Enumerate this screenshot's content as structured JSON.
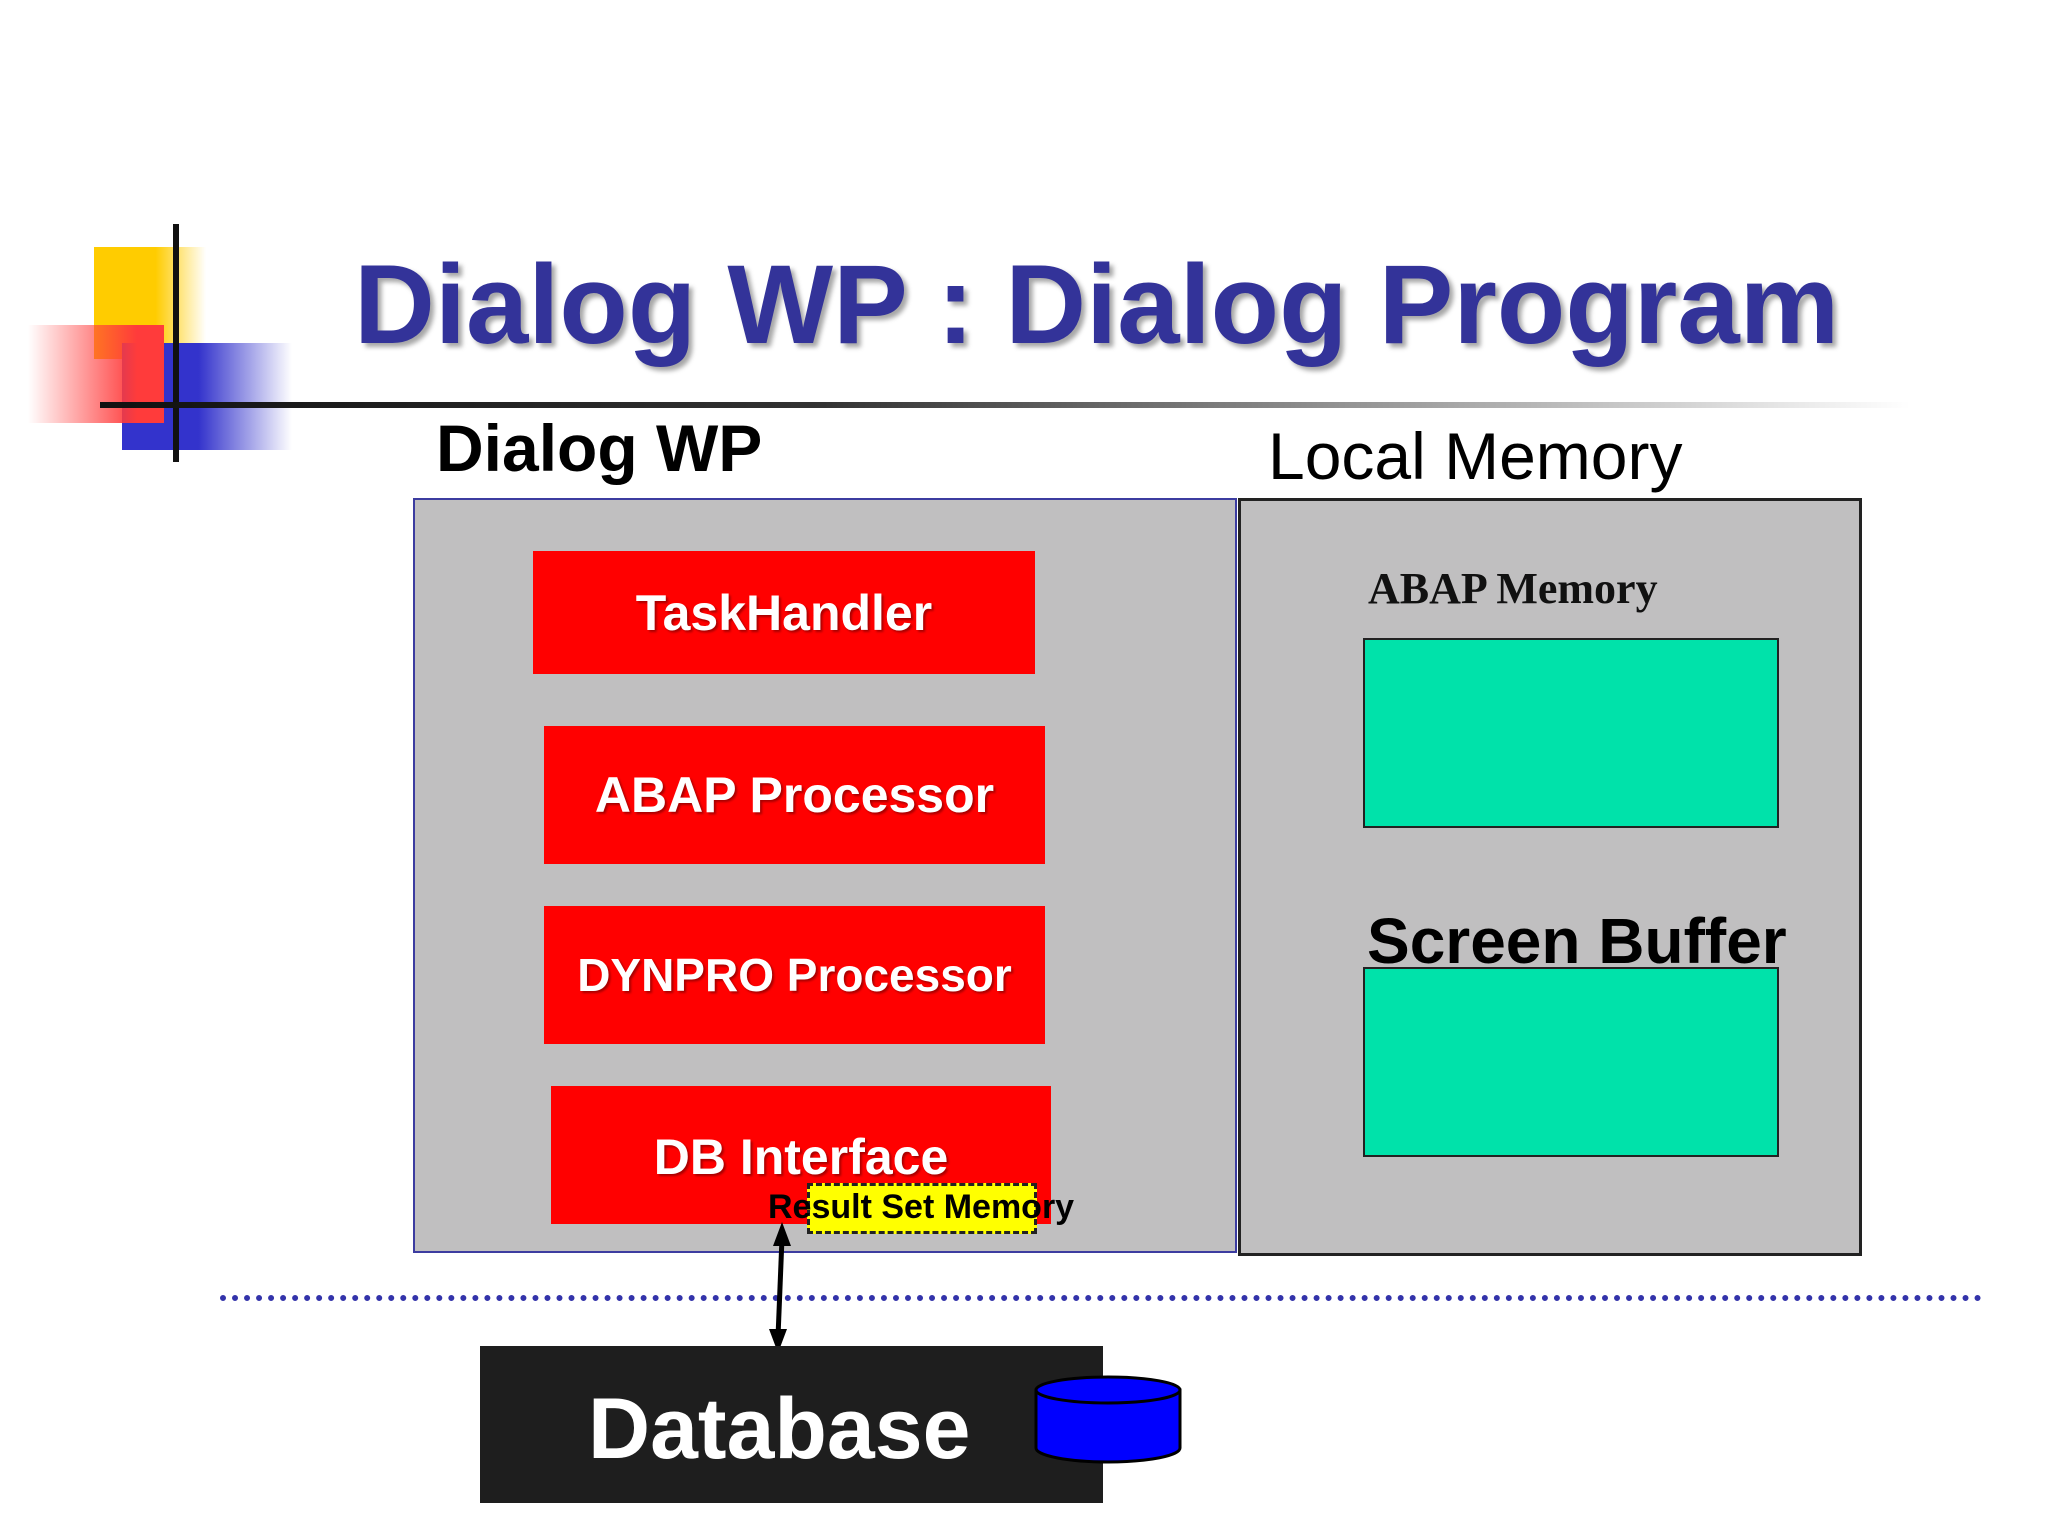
{
  "title": "Dialog WP : Dialog Program",
  "headings": {
    "dialog_wp": "Dialog WP",
    "local_memory": "Local Memory"
  },
  "dialog_wp_components": {
    "taskhandler": "TaskHandler",
    "abap_processor": "ABAP Processor",
    "dynpro_processor": "DYNPRO Processor",
    "db_interface": "DB Interface",
    "result_set_memory": "Result Set Memory"
  },
  "local_memory_components": {
    "abap_memory": "ABAP Memory",
    "screen_buffer": "Screen Buffer"
  },
  "database": "Database",
  "colors": {
    "title": "#333399",
    "component_red": "#ff0000",
    "memory_green": "#00e2aa",
    "result_set_yellow": "#ffff00",
    "panel_gray": "#c0bfc0",
    "database_black": "#1e1e1e",
    "cylinder_blue": "#0000ff",
    "divider_blue": "#3333aa"
  },
  "icons": {
    "logo": "decorative-squares-logo",
    "database": "database-cylinder-icon",
    "connection": "double-headed-arrow-icon"
  }
}
